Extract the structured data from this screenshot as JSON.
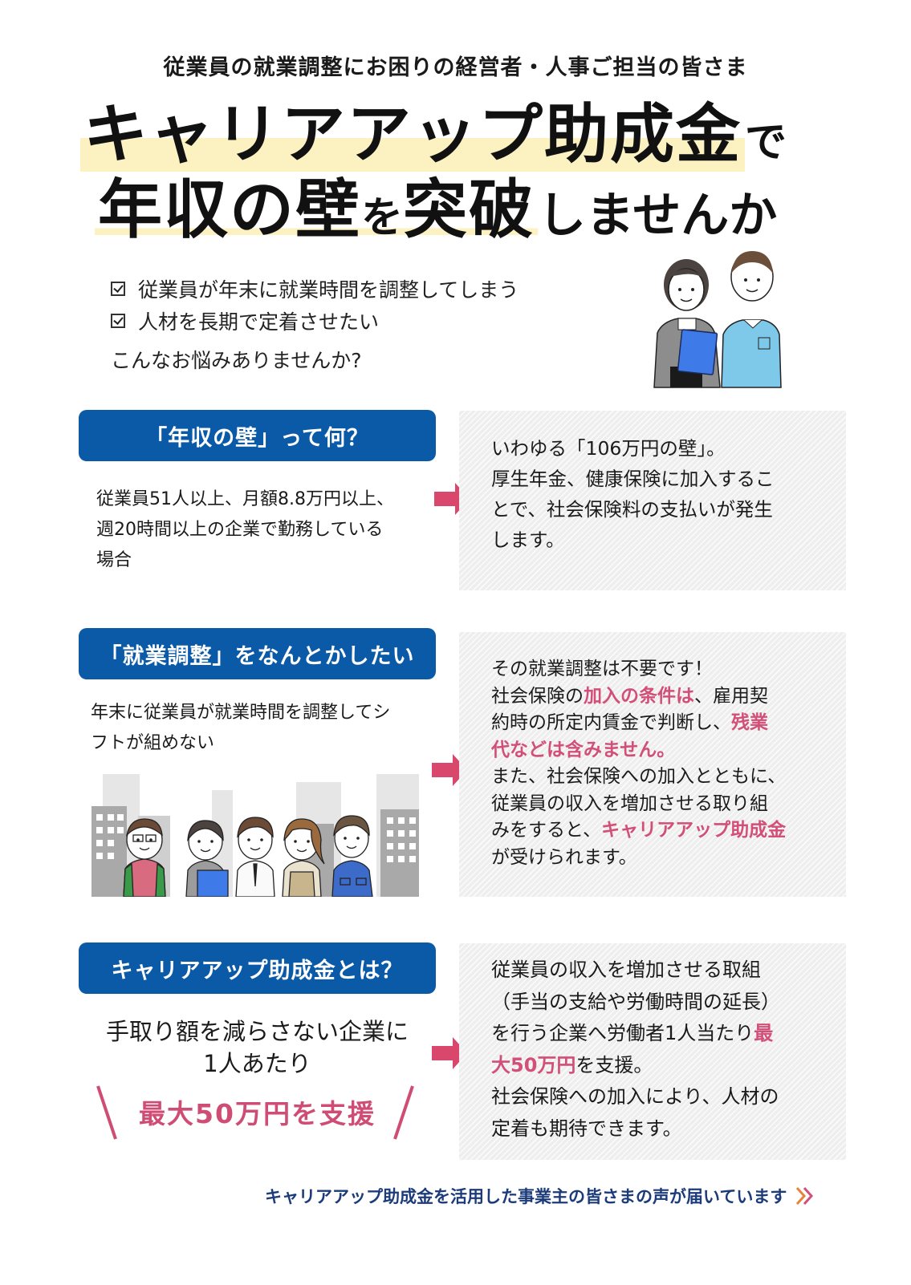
{
  "header": {
    "subtitle": "従業員の就業調整にお困りの経営者・人事ご担当の皆さま",
    "headline_line1_emph": "キャリアアップ助成金",
    "headline_line1_tail": "で",
    "headline_line2_part1": "年収の壁",
    "headline_line2_part2": "を",
    "headline_line2_part3": "突破",
    "headline_line2_tail": "しませんか",
    "highlight_color": "#fcf1c0"
  },
  "concerns": {
    "items": [
      "従業員が年末に就業時間を調整してしまう",
      "人材を長期で定着させたい"
    ],
    "question": "こんなお悩みありませんか?"
  },
  "sections": [
    {
      "label": "「年収の壁」って何？",
      "left_text": [
        "従業員51人以上、月額8.8万円以上、",
        "週20時間以上の企業で勤務している",
        "場合"
      ],
      "panel_lines": [
        "いわゆる「106万円の壁」。",
        "厚生年金、健康保険に加入するこ",
        "とで、社会保険料の支払いが発生",
        "します。"
      ]
    },
    {
      "label": "「就業調整」をなんとかしたい",
      "left_text": [
        "年末に従業員が就業時間を調整してシ",
        "フトが組めない"
      ],
      "panel": {
        "l1": "その就業調整は不要です！",
        "l2a": "社会保険の",
        "l2b": "加入の条件は",
        "l2c": "、雇用契",
        "l3a": "約時の所定内賃金で判断し、",
        "l3b": "残業",
        "l4": "代などは含みません。",
        "l5": "また、社会保険への加入とともに、",
        "l6": "従業員の収入を増加させる取り組",
        "l7a": "みをすると、",
        "l7b": "キャリアアップ助成金",
        "l8": "が受けられます。"
      }
    },
    {
      "label": "キャリアアップ助成金とは？",
      "left_line1": "手取り額を減らさない企業に",
      "left_line2": "1人あたり",
      "amount": "最大50万円を支援",
      "panel": {
        "l1": "従業員の収入を増加させる取組",
        "l2": "（手当の支給や労働時間の延長）",
        "l3a": "を行う企業へ労働者1人当たり",
        "l3b": "最",
        "l4a": "大50万円",
        "l4b": "を支援。",
        "l5": "社会保険への加入により、人材の",
        "l6": "定着も期待できます。"
      }
    }
  ],
  "footer": {
    "link_text": "キャリアアップ助成金を活用した事業主の皆さまの声が届いています"
  },
  "colors": {
    "label_blue": "#0b5aa8",
    "accent_pink": "#d24f78",
    "arrow_pink": "#d9476c",
    "footer_navy": "#1c3b7a",
    "chevron_orange": "#e8843a"
  }
}
